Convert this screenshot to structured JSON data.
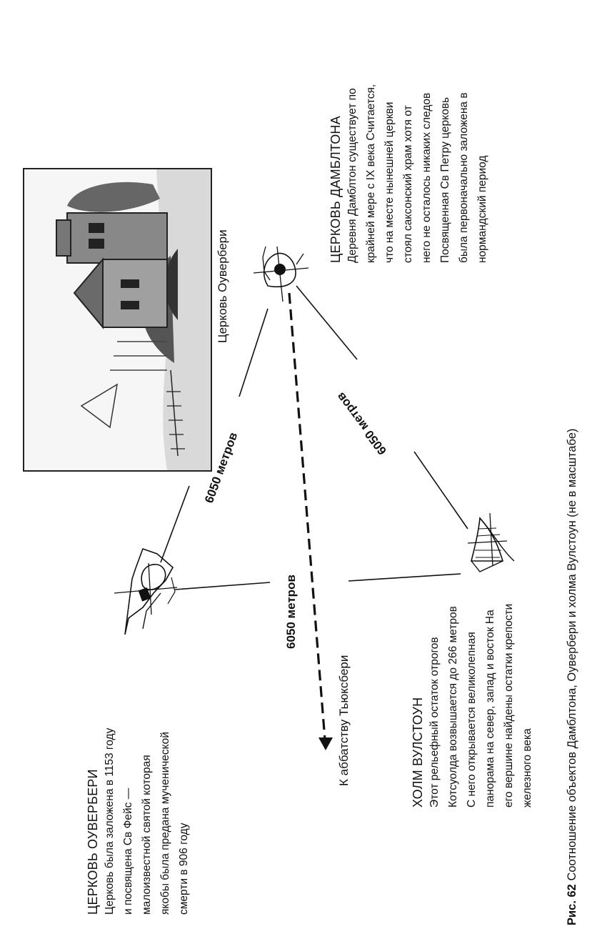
{
  "overbury": {
    "title": "ЦЕРКОВЬ ОУВЕРБЕРИ",
    "lines": [
      "Церковь была заложена в 1153 году",
      "и посвящена Св  Фейс  —",
      "малоизвестной святой  которая",
      "якобы была предана мученической",
      "смерти в 906 году"
    ]
  },
  "photo_caption": "Церковь Оувербери",
  "dumbleton": {
    "title": "ЦЕРКОВЬ ДАМБЛТОНА",
    "lines": [
      "Деревня Дамблтон существует по",
      "крайней мере с IX века  Считается,",
      "что на месте нынешней церкви",
      "стоял саксонский храм  хотя от",
      "него не осталось никаких следов",
      "Посвященная Св  Петру церковь",
      "была первоначально заложена в",
      "нормандский период"
    ]
  },
  "woolstone": {
    "title": "ХОЛМ ВУЛСТОУН",
    "lines": [
      "Этот рельефный остаток отрогов",
      "Котсуолда возвышается до 266 метров",
      "С него открывается великолепная",
      "панорама на север, запад и восток  На",
      "его вершине найдены остатки крепости",
      "железного века"
    ]
  },
  "distances": {
    "overbury_dumbleton": "6050 метров",
    "dumbleton_woolstone": "6050 метров",
    "overbury_woolstone": "6050 метров"
  },
  "direction_label": "К аббатству Тьюксбери",
  "caption": {
    "label": "Рис. 62",
    "text": "Соотношение объектов Дамблтона, Оувербери и холма Вулстоун (не в масштабе)"
  }
}
